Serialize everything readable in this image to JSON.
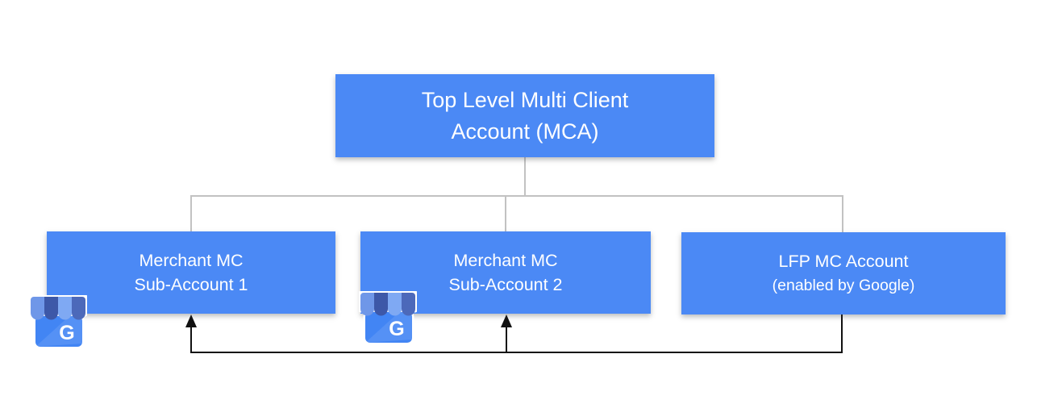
{
  "nodes": {
    "mca": {
      "line1": "Top Level Multi Client",
      "line2": "Account (MCA)"
    },
    "sub1": {
      "line1": "Merchant MC",
      "line2": "Sub-Account 1"
    },
    "sub2": {
      "line1": "Merchant MC",
      "line2": "Sub-Account 2"
    },
    "lfp": {
      "line1": "LFP MC Account",
      "line2": "(enabled by Google)"
    }
  },
  "icons": {
    "business": {
      "name": "google-business-storefront",
      "letter": "G"
    }
  },
  "colors": {
    "node_fill": "#4B89F5",
    "node_text": "#FFFFFF",
    "tree_connector": "#C2C2C2",
    "flow_connector": "#111111",
    "awning_dark": "#3D58A8",
    "awning_light": "#7FA9F3",
    "awning_medium": "#6F97E8",
    "awning_medium_dark": "#4C69BA",
    "storefront_body": "#4285F4"
  }
}
